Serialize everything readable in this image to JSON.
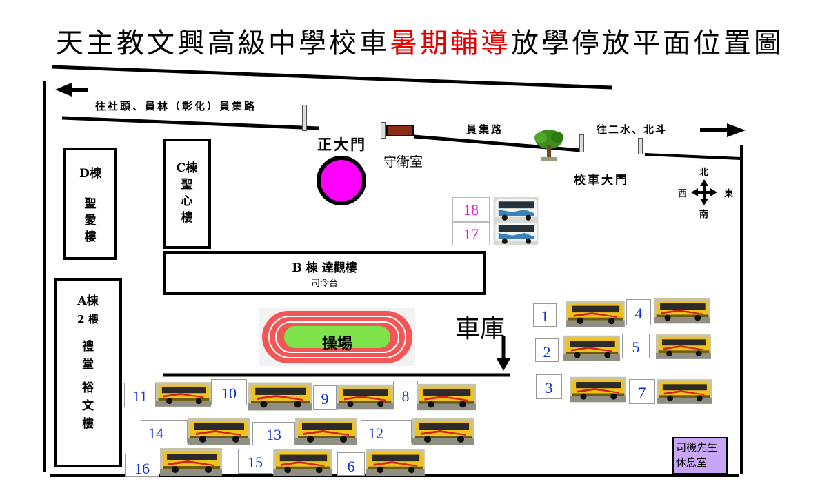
{
  "title": {
    "part1": "天主教文興高級中學校車",
    "part2": "暑期輔導",
    "part3": "放學停放平面位置圖",
    "highlight_color": "#e60000"
  },
  "roads": {
    "west_road": "往社頭、員林（彰化）員集路",
    "main_road": "員集路",
    "east_road": "往二水、北斗"
  },
  "gates": {
    "main_gate": "正大門",
    "guard_room": "守衛室",
    "bus_gate": "校車大門"
  },
  "compass": {
    "north": "北",
    "south": "南",
    "east": "東",
    "west": "西"
  },
  "buildings": {
    "d": {
      "name": "D棟",
      "line1": "聖",
      "line2": "愛",
      "line3": "樓"
    },
    "c": {
      "name": "C棟",
      "line1": "聖",
      "line2": "心",
      "line3": "樓"
    },
    "b": {
      "name": "B 棟 達觀樓",
      "sub": "司令台"
    },
    "a": {
      "name": "A棟",
      "floor": "2 樓",
      "line1": "禮",
      "line2": "堂",
      "line3": "裕",
      "line4": "文",
      "line5": "樓"
    }
  },
  "field": {
    "label": "操場",
    "track_color": "#f25757",
    "field_color": "#7ee24a"
  },
  "garage": {
    "label": "車庫"
  },
  "driver_room": {
    "line1": "司機先生",
    "line2": "休息室",
    "color": "#c9a6f5"
  },
  "bus_numbers": [
    "18",
    "17",
    "1",
    "4",
    "2",
    "5",
    "3",
    "7",
    "11",
    "10",
    "9",
    "8",
    "14",
    "13",
    "12",
    "16",
    "15",
    "6"
  ],
  "colors": {
    "number_text": "#0b2fd6",
    "number_pink": "#ff00cc",
    "marker": "#ff00ff",
    "guard_room": "#8b2d12"
  }
}
